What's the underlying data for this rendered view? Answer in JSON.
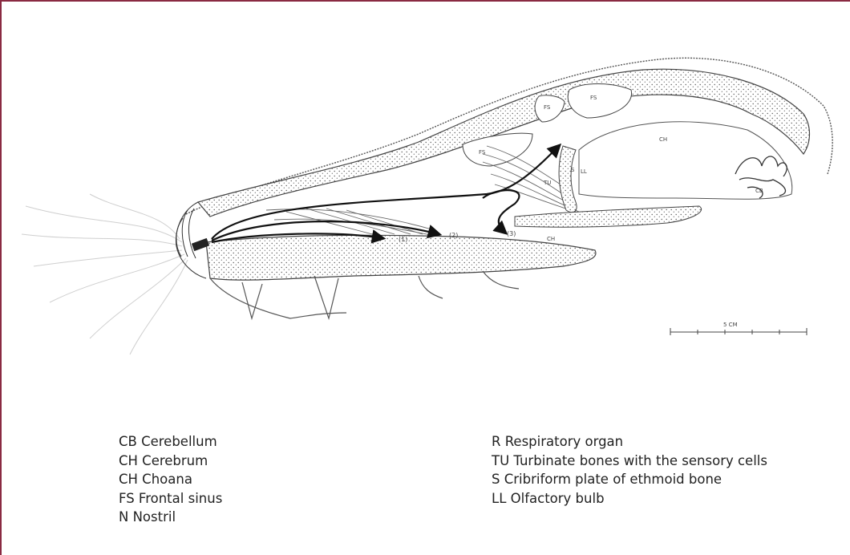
{
  "diagram": {
    "region_labels": {
      "fs_upper": "FS",
      "fs_upper_right": "FS",
      "fs_mid": "FS",
      "cb": "CB",
      "ch_brain": "CH",
      "ll": "LL",
      "s": "S",
      "tu": "TU",
      "ch_choana": "CH"
    },
    "airflow_paths": [
      "(1)",
      "(2)",
      "(3)"
    ],
    "scale_bar": "5 CM"
  },
  "legend": {
    "left": [
      "CB Cerebellum",
      "CH Cerebrum",
      "CH Choana",
      "FS Frontal sinus",
      "N Nostril"
    ],
    "right": [
      "R Respiratory organ",
      "TU Turbinate bones with the sensory cells",
      "S Cribriform plate of ethmoid bone",
      "LL Olfactory bulb"
    ]
  }
}
